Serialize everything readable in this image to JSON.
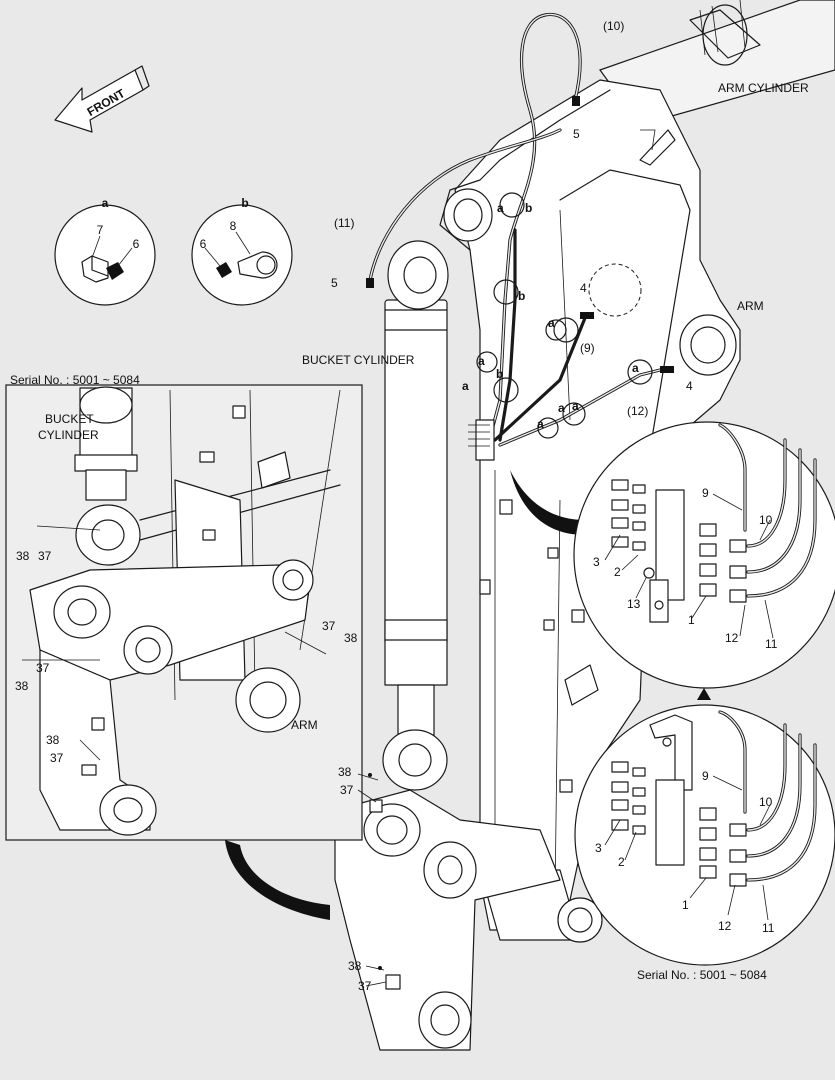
{
  "labels": {
    "arm_cylinder": "ARM CYLINDER",
    "arm_main": "ARM",
    "bucket_cylinder_main": "BUCKET CYLINDER",
    "front": "FRONT",
    "serial_inset": "Serial No. : 5001 ~ 5084",
    "serial_detail": "Serial No. : 5001 ~ 5084",
    "inset_bucket_line1": "BUCKET",
    "inset_bucket_line2": "CYLINDER",
    "inset_arm": "ARM"
  },
  "detail_views": {
    "a": {
      "title": "a",
      "parts": [
        "7",
        "6"
      ]
    },
    "b": {
      "title": "b",
      "parts": [
        "8",
        "6"
      ]
    }
  },
  "callouts": {
    "hose_10": "(10)",
    "hose_11": "(11)",
    "hose_9": "(9)",
    "hose_12": "(12)",
    "p5_top": "5",
    "p5_left": "5",
    "p4_upper": "4",
    "p4_right": "4",
    "ref_a": "a",
    "ref_b": "b"
  },
  "detail_upper": {
    "p9": "9",
    "p10": "10",
    "p3": "3",
    "p2": "2",
    "p13": "13",
    "p1": "1",
    "p12": "12",
    "p11": "11"
  },
  "detail_lower": {
    "p9": "9",
    "p10": "10",
    "p3": "3",
    "p2": "2",
    "p1": "1",
    "p12": "12",
    "p11": "11"
  },
  "inset_callouts": {
    "p38_a": "38",
    "p37_a": "37",
    "p37_b": "37",
    "p38_b": "38",
    "p37_c": "37",
    "p38_c": "38",
    "p38_d": "38",
    "p37_d": "37"
  },
  "main_callouts": {
    "p38_a": "38",
    "p37_a": "37",
    "p38_b": "38",
    "p37_b": "37"
  }
}
